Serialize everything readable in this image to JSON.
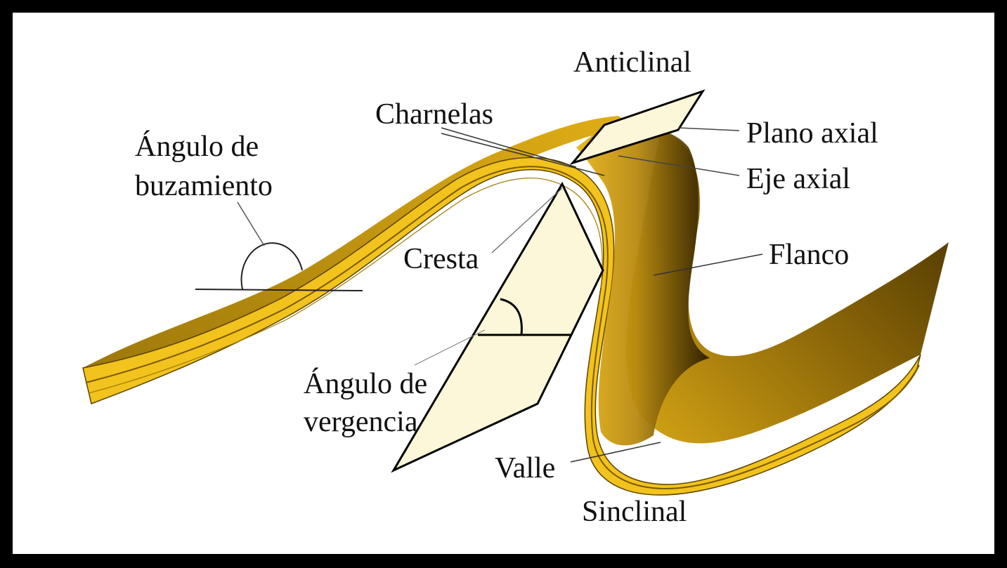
{
  "labels": {
    "anticlinal": "Anticlinal",
    "charnelas": "Charnelas",
    "plano_axial": "Plano axial",
    "eje_axial": "Eje axial",
    "angulo_buzamiento_1": "Ángulo de",
    "angulo_buzamiento_2": "buzamiento",
    "cresta": "Cresta",
    "flanco": "Flanco",
    "angulo_vergencia_1": "Ángulo de",
    "angulo_vergencia_2": "vergencia",
    "valle": "Valle",
    "sinclinal": "Sinclinal"
  },
  "colors": {
    "border": "#000000",
    "background": "#ffffff",
    "fold_yellow": "#f0c419",
    "fold_dark": "#3a2a00",
    "plane_fill": "#fbf7d8"
  }
}
